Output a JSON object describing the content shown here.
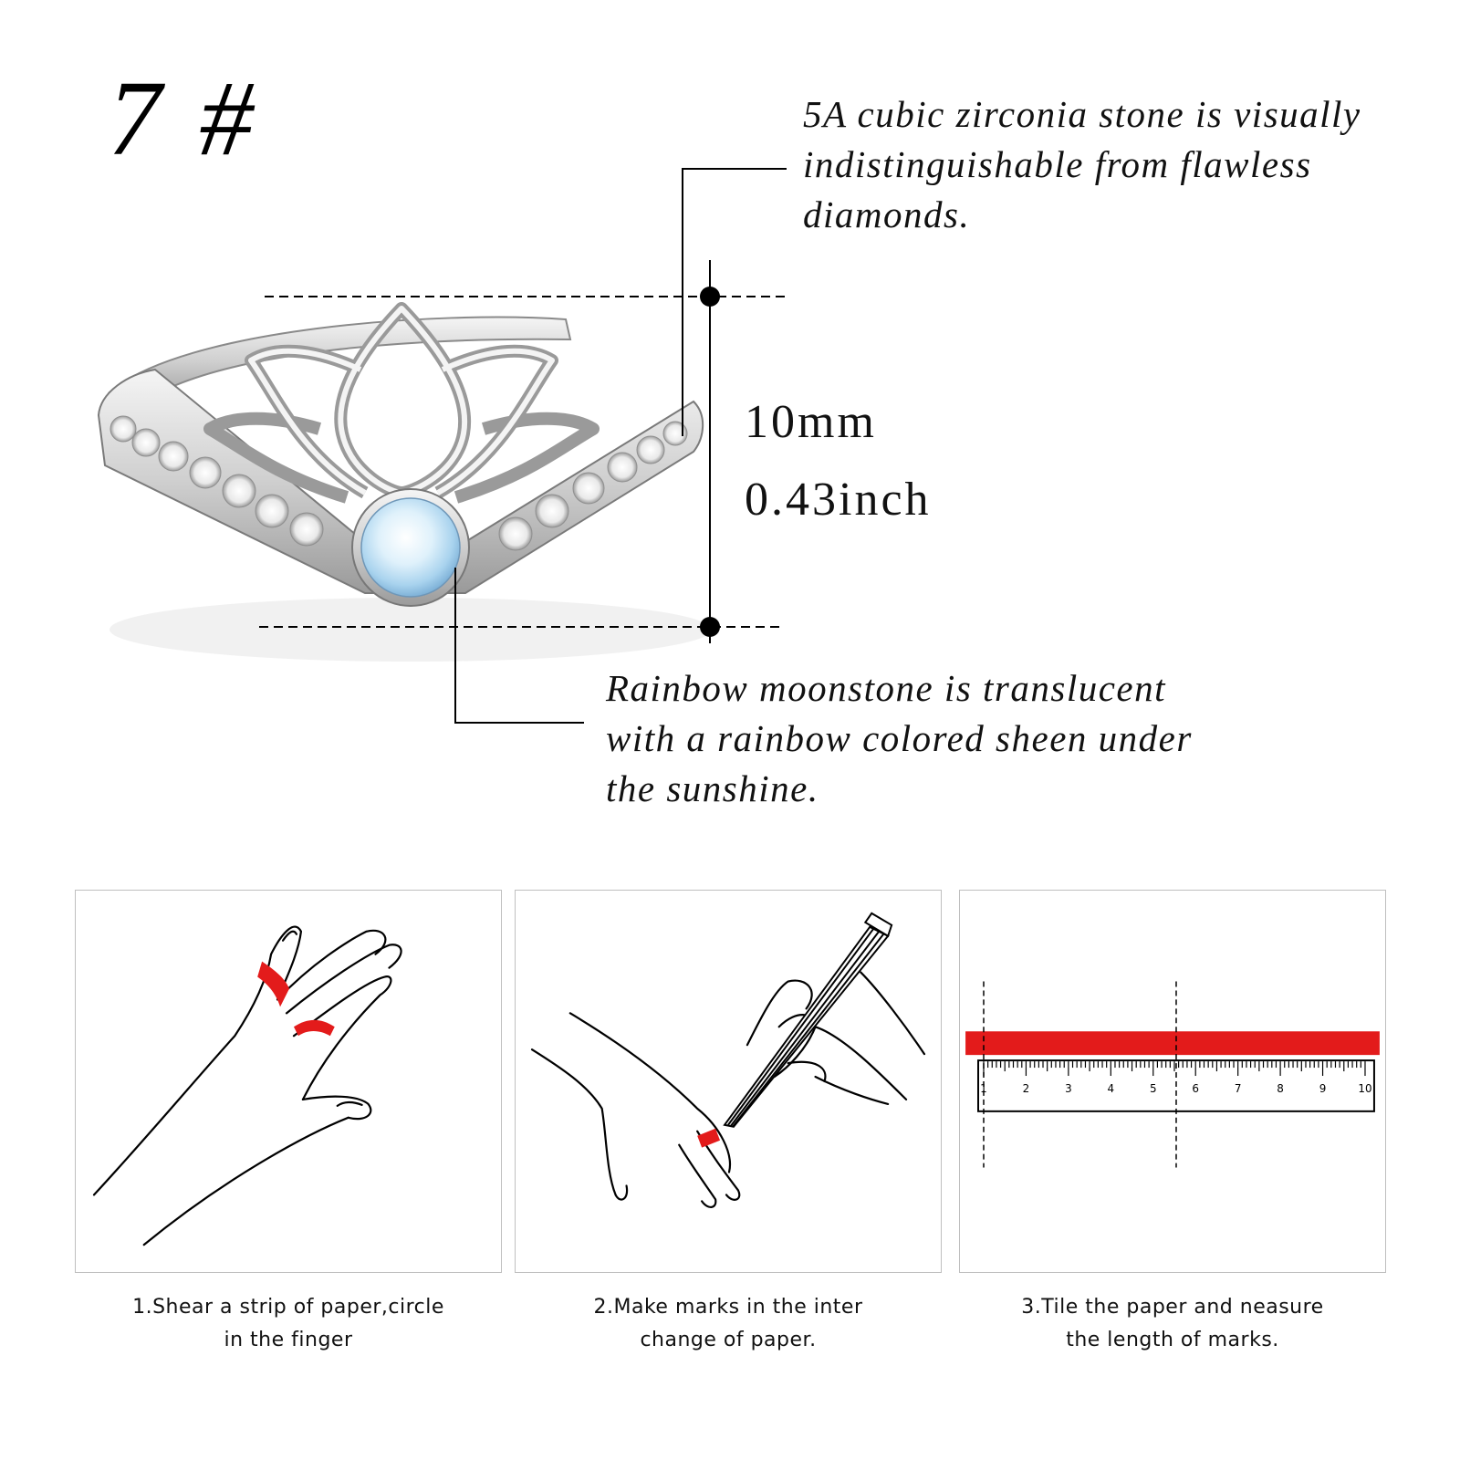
{
  "header": {
    "number_label": "7 #"
  },
  "callouts": {
    "zircon": [
      "5A cubic zirconia stone is visually",
      "indistinguishable from flawless",
      "diamonds."
    ],
    "moonstone": [
      "Rainbow moonstone is translucent",
      "with a rainbow colored sheen under",
      "the sunshine."
    ]
  },
  "dimension": {
    "mm": "10mm",
    "inch": "0.43inch"
  },
  "colors": {
    "accent_red": "#e31b1b",
    "line": "#000000"
  },
  "ruler": {
    "labels": [
      "1",
      "2",
      "3",
      "4",
      "5",
      "6",
      "7",
      "8",
      "9",
      "10"
    ]
  },
  "steps": [
    {
      "line1": "1.Shear a strip of paper,circle",
      "line2": "in the finger"
    },
    {
      "line1": "2.Make marks in the inter",
      "line2": "change of paper."
    },
    {
      "line1": "3.Tile the paper and neasure",
      "line2": "the length of marks."
    }
  ]
}
